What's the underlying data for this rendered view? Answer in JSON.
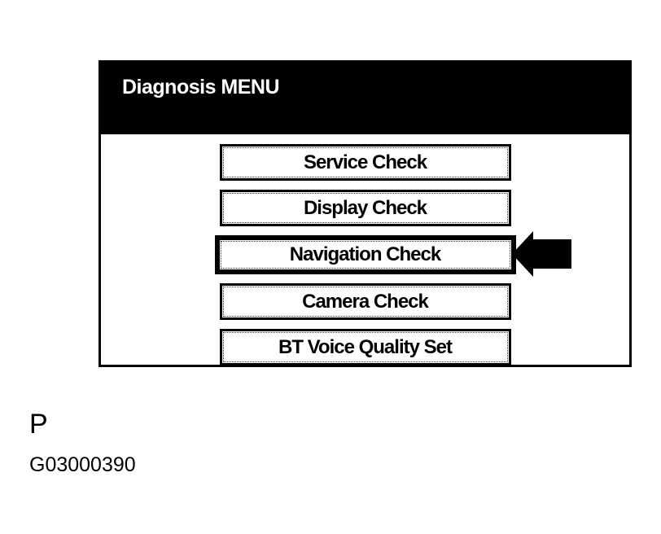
{
  "screen": {
    "title": "Diagnosis MENU",
    "menu": {
      "items": [
        {
          "label": "Service Check",
          "selected": false
        },
        {
          "label": "Display Check",
          "selected": false
        },
        {
          "label": "Navigation Check",
          "selected": true
        },
        {
          "label": "Camera Check",
          "selected": false
        },
        {
          "label": "BT Voice Quality Set",
          "selected": false
        }
      ]
    },
    "pointer": {
      "icon": "left-arrow-icon",
      "target": "Navigation Check"
    }
  },
  "figure": {
    "label": "P",
    "id": "G03000390"
  },
  "colors": {
    "background": "#ffffff",
    "header_background": "#000000",
    "header_text": "#ffffff",
    "button_background": "#ffffff",
    "button_border": "#000000",
    "button_text": "#000000",
    "arrow": "#000000"
  }
}
